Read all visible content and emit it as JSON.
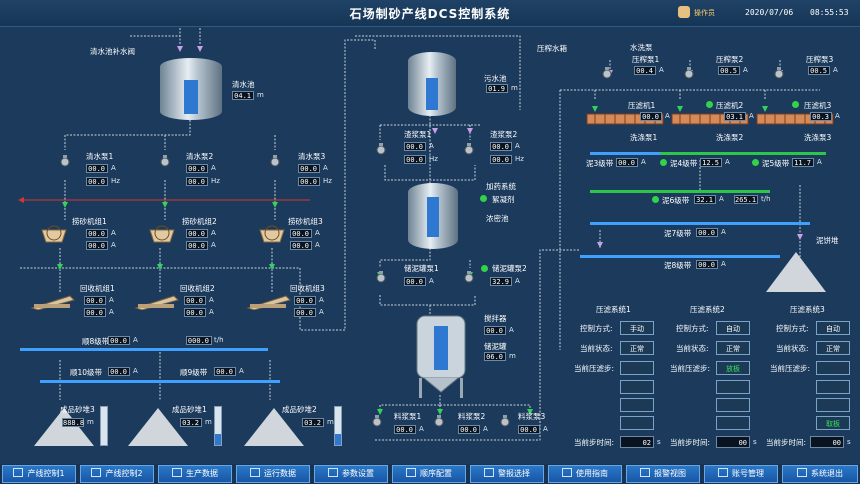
{
  "header": {
    "title": "石场制砂产线DCS控制系统",
    "operator": "操作员",
    "date": "2020/07/06",
    "time": "08:55:53"
  },
  "left": {
    "valve_label": "清水池补水阀",
    "clear_tank": {
      "label": "清水池",
      "value": "04.1",
      "unit": "m"
    },
    "clear_pumps": [
      {
        "name": "清水泵1",
        "a": "00.0",
        "hz": "00.0"
      },
      {
        "name": "清水泵2",
        "a": "00.0",
        "hz": "00.0"
      },
      {
        "name": "清水泵3",
        "a": "00.0",
        "hz": "00.0"
      }
    ],
    "sand_groups": [
      {
        "name": "捞砂机组1",
        "a1": "00.0",
        "a2": "00.0"
      },
      {
        "name": "捞砂机组2",
        "a1": "00.0",
        "a2": "00.0"
      },
      {
        "name": "捞砂机组3",
        "a1": "00.0",
        "a2": "00.0"
      }
    ],
    "recovery_groups": [
      {
        "name": "回收机组1",
        "a1": "00.0",
        "a2": "00.0"
      },
      {
        "name": "回收机组2",
        "a1": "00.0",
        "a2": "00.0"
      },
      {
        "name": "回收机组3",
        "a1": "00.0",
        "a2": "00.0"
      }
    ],
    "belt8": {
      "label": "顺8级带",
      "value": "00.0",
      "flow": "000.0",
      "flow_unit": "t/h"
    },
    "belt10": {
      "label": "顺10级带",
      "value": "00.0"
    },
    "belt9": {
      "label": "顺9级带",
      "value": "00.0"
    },
    "sand_bins": [
      {
        "name": "成品砂堆3",
        "value": "888.8",
        "unit": "m"
      },
      {
        "name": "成品砂堆1",
        "value": "03.2",
        "unit": "m"
      },
      {
        "name": "成品砂堆2",
        "value": "03.2",
        "unit": "m"
      }
    ],
    "unit_a": "A",
    "unit_hz": "Hz"
  },
  "middle": {
    "waste_tank": {
      "label": "污水池",
      "value": "01.9",
      "unit": "m"
    },
    "slurry_pumps": [
      {
        "name": "渣浆泵1",
        "a": "00.0",
        "hz": "00.0"
      },
      {
        "name": "渣浆泵2",
        "a": "00.0",
        "hz": "00.0"
      }
    ],
    "dosing": "加药系统",
    "flocculant": "絮凝剂",
    "thickener": "浓密池",
    "storage_pumps": [
      {
        "name": "储泥罐泵1",
        "a": "00.0"
      },
      {
        "name": "储泥罐泵2",
        "a": "32.9"
      }
    ],
    "mixer": {
      "label": "搅拌器",
      "value": "00.0"
    },
    "sludge_tank": {
      "label": "储泥罐",
      "value": "06.0",
      "unit": "m"
    },
    "feed_pumps": [
      {
        "name": "料浆泵1",
        "a": "00.0"
      },
      {
        "name": "料浆泵2",
        "a": "00.0"
      },
      {
        "name": "料浆泵3",
        "a": "00.0"
      }
    ]
  },
  "right": {
    "press_tank": "压榨水箱",
    "wash_pump_label": "水洗泵",
    "press_pumps": [
      {
        "name": "压榨泵1",
        "value": "00.4"
      },
      {
        "name": "压榨泵2",
        "value": "00.5"
      },
      {
        "name": "压榨泵3",
        "value": "00.5"
      }
    ],
    "filters": [
      {
        "name": "压滤机1",
        "value": "00.0"
      },
      {
        "name": "压滤机2",
        "value": "03.1"
      },
      {
        "name": "压滤机3",
        "value": "00.3"
      }
    ],
    "wash_pumps": [
      "洗涤泵1",
      "洗涤泵2",
      "洗涤泵3"
    ],
    "mud_belts": [
      {
        "name": "泥3级带",
        "value": "00.0"
      },
      {
        "name": "泥4级带",
        "value": "12.5"
      },
      {
        "name": "泥5级带",
        "value": "11.7"
      }
    ],
    "mud6": {
      "name": "泥6级带",
      "value": "32.1",
      "flow": "265.1",
      "flow_unit": "t/h"
    },
    "mud7": {
      "name": "泥7级带",
      "value": "00.0"
    },
    "mud8": {
      "name": "泥8级带",
      "value": "00.0"
    },
    "mud_pile": "泥饼堆",
    "systems": [
      {
        "name": "压滤系统1",
        "mode_label": "控制方式:",
        "mode": "手动",
        "state_label": "当前状态:",
        "state": "正常",
        "step_label": "当前压滤步:",
        "step": "",
        "time_label": "当前步时间:",
        "time": "02"
      },
      {
        "name": "压滤系统2",
        "mode_label": "控制方式:",
        "mode": "自动",
        "state_label": "当前状态:",
        "state": "正常",
        "step_label": "当前压滤步:",
        "step": "放板",
        "time_label": "当前步时间:",
        "time": "00"
      },
      {
        "name": "压滤系统3",
        "mode_label": "控制方式:",
        "mode": "自动",
        "state_label": "当前状态:",
        "state": "正常",
        "step_label": "当前压滤步:",
        "step": "取板",
        "time_label": "当前步时间:",
        "time": "00"
      }
    ],
    "time_unit": "s"
  },
  "nav": [
    "产线控制1",
    "产线控制2",
    "生产数据",
    "运行数据",
    "参数设置",
    "顺序配置",
    "警报选择",
    "使用指南",
    "报警视图",
    "账号管理",
    "系统退出"
  ],
  "colors": {
    "background": "#1b3a5c",
    "belt": "#3fa0ff",
    "active_belt": "#2ec64a",
    "pipe": "#d0d8e0",
    "alarm": "#e23c3c"
  }
}
